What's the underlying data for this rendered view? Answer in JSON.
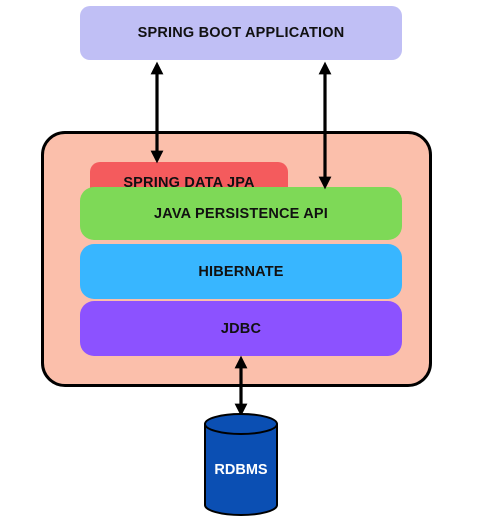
{
  "diagram": {
    "app": {
      "label": "SPRING BOOT APPLICATION",
      "color": "#c0bff5"
    },
    "container": {
      "background": "#fbbfab",
      "border": "#000000"
    },
    "layers": [
      {
        "id": "spring-data-jpa",
        "label": "SPRING DATA JPA",
        "color": "#f45b5d"
      },
      {
        "id": "jpa",
        "label": "JAVA PERSISTENCE API",
        "color": "#7ed957"
      },
      {
        "id": "hibernate",
        "label": "HIBERNATE",
        "color": "#38b6ff"
      },
      {
        "id": "jdbc",
        "label": "JDBC",
        "color": "#8c52ff"
      }
    ],
    "database": {
      "label": "RDBMS",
      "color": "#0b4fb3",
      "icon": "database-cylinder-icon"
    },
    "connectors": [
      {
        "from": "SPRING BOOT APPLICATION",
        "to": "SPRING DATA JPA",
        "direction": "bidirectional"
      },
      {
        "from": "SPRING BOOT APPLICATION",
        "to": "JAVA PERSISTENCE API",
        "direction": "bidirectional"
      },
      {
        "from": "JDBC",
        "to": "RDBMS",
        "direction": "bidirectional"
      }
    ]
  }
}
